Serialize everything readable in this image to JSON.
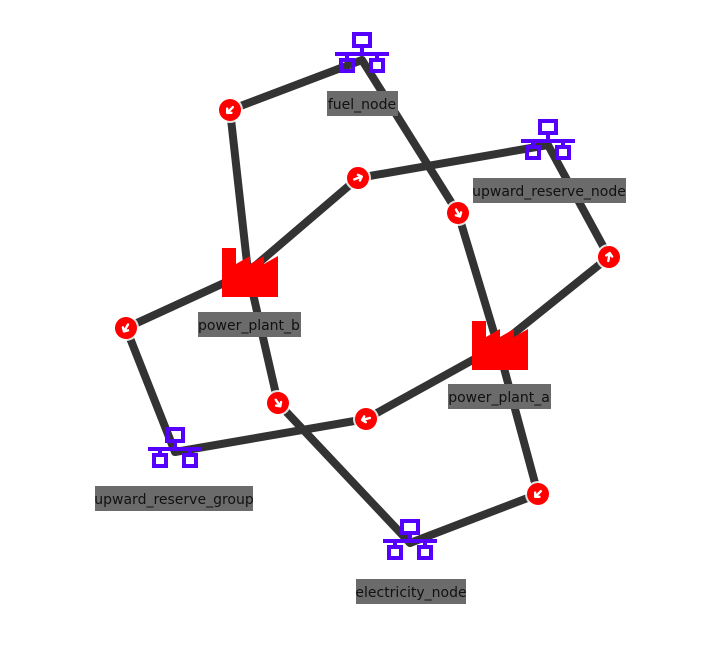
{
  "colors": {
    "edge": "#333333",
    "node_icon": "#5500ff",
    "unit_icon": "#ff0000",
    "arrow_fill": "#ff0000",
    "label_bg": "#6b6b6b",
    "label_text": "#111111"
  },
  "nodes": [
    {
      "id": "fuel_node",
      "label": "fuel_node",
      "kind": "node",
      "icon": "network-icon"
    },
    {
      "id": "upward_reserve_node",
      "label": "upward_reserve_node",
      "kind": "node",
      "icon": "network-icon"
    },
    {
      "id": "power_plant_b",
      "label": "power_plant_b",
      "kind": "unit",
      "icon": "factory-icon"
    },
    {
      "id": "power_plant_a",
      "label": "power_plant_a",
      "kind": "unit",
      "icon": "factory-icon"
    },
    {
      "id": "upward_reserve_group",
      "label": "upward_reserve_group",
      "kind": "node",
      "icon": "network-icon"
    },
    {
      "id": "electricity_node",
      "label": "electricity_node",
      "kind": "node",
      "icon": "network-icon"
    }
  ],
  "relationships": [
    {
      "id": "rel-1",
      "from": "fuel_node",
      "to": "power_plant_b",
      "icon": "arrow-icon"
    },
    {
      "id": "rel-2",
      "from": "fuel_node",
      "to": "power_plant_a",
      "icon": "arrow-icon"
    },
    {
      "id": "rel-3",
      "from": "power_plant_b",
      "to": "upward_reserve_node",
      "icon": "arrow-icon"
    },
    {
      "id": "rel-4",
      "from": "power_plant_a",
      "to": "upward_reserve_node",
      "icon": "arrow-icon"
    },
    {
      "id": "rel-5",
      "from": "power_plant_b",
      "to": "upward_reserve_group",
      "icon": "arrow-icon"
    },
    {
      "id": "rel-6",
      "from": "power_plant_b",
      "to": "electricity_node",
      "icon": "arrow-icon"
    },
    {
      "id": "rel-7",
      "from": "power_plant_a",
      "to": "upward_reserve_group",
      "icon": "arrow-icon"
    },
    {
      "id": "rel-8",
      "from": "power_plant_a",
      "to": "electricity_node",
      "icon": "arrow-icon"
    }
  ]
}
